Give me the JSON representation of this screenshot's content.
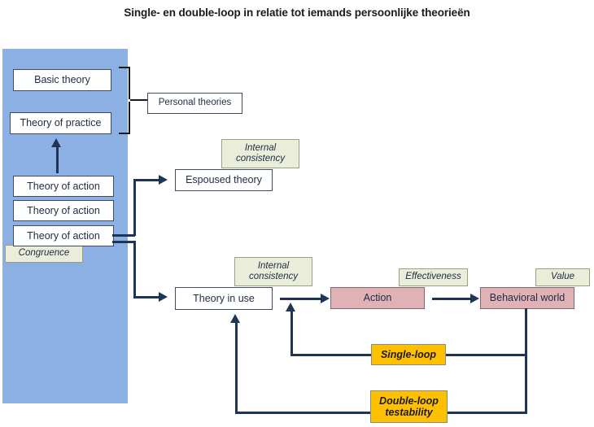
{
  "title": "Single- en double-loop in relatie tot iemands persoonlijke theorieën",
  "colors": {
    "panel_blue": "#8db0e4",
    "annotation_green": "#e9edd9",
    "action_pink": "#e0b2b5",
    "loop_orange": "#ffc000",
    "line_navy": "#1f3555",
    "box_border": "#3d4a60"
  },
  "left_panel": {
    "name": "personal-theories-panel",
    "boxes": [
      {
        "id": "basic-theory",
        "label": "Basic theory"
      },
      {
        "id": "theory-of-practice",
        "label": "Theory of practice"
      },
      {
        "id": "theory-of-action-1",
        "label": "Theory of action"
      },
      {
        "id": "theory-of-action-2",
        "label": "Theory of action"
      },
      {
        "id": "theory-of-action-3",
        "label": "Theory of action"
      }
    ],
    "annotation": {
      "id": "congruence",
      "label": "Congruence"
    }
  },
  "grouping": {
    "bracket_label": "Personal theories"
  },
  "flow": {
    "espoused_theory": "Espoused theory",
    "espoused_annotation": "Internal consistency",
    "theory_in_use": "Theory in use",
    "theory_in_use_annotation": "Internal consistency",
    "action": "Action",
    "action_annotation": "Effectiveness",
    "behavioral_world": "Behavioral world",
    "behavioral_world_annotation": "Value"
  },
  "loops": {
    "single_loop": "Single-loop",
    "double_loop": "Double-loop\ntestability"
  }
}
